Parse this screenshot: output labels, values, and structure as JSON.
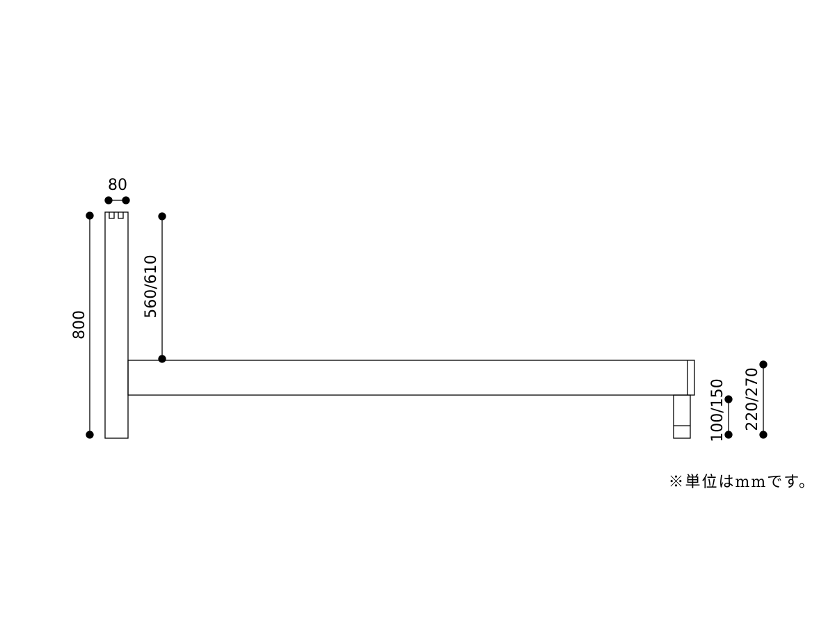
{
  "diagram": {
    "dimensions": {
      "headboard_thickness": "80",
      "headboard_height": "800",
      "headboard_above_frame": "560/610",
      "leg_height": "100/150",
      "frame_height": "220/270"
    },
    "note": "※単位はmmです。"
  }
}
